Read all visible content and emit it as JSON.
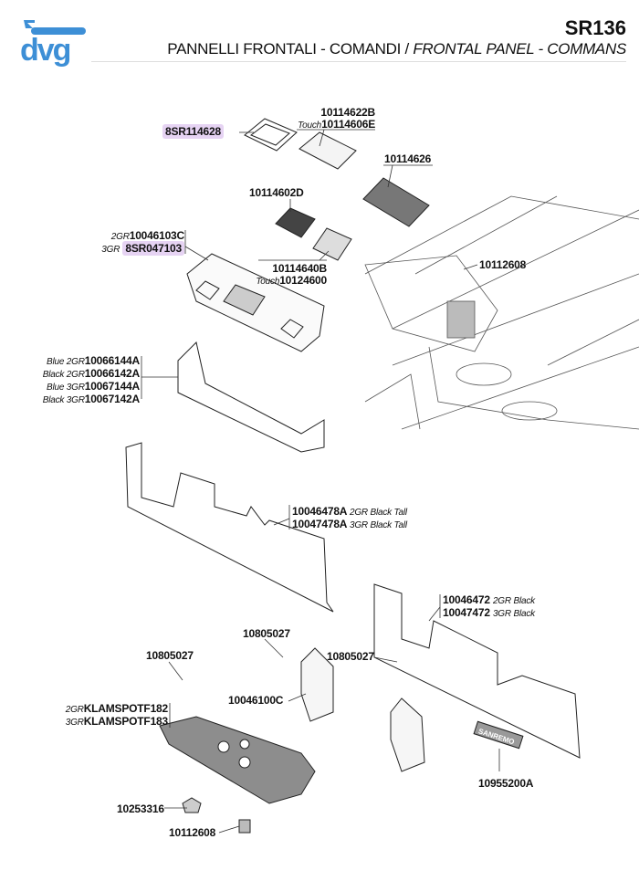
{
  "header": {
    "brand": "dvg",
    "code": "SR136",
    "title_it": "PANNELLI FRONTALI - COMANDI",
    "separator": " / ",
    "title_en": "FRONTAL PANEL - COMMANS"
  },
  "colors": {
    "brand": "#3d8fd6",
    "highlight": "#e6d3f3"
  },
  "labels": {
    "p8SR114628": "8SR114628",
    "p10114622B": "10114622B",
    "touch": "Touch",
    "p10114606E": "10114606E",
    "p10114626": "10114626",
    "p10114602D": "10114602D",
    "gr2": "2GR",
    "gr3": "3GR",
    "p10046103C": "10046103C",
    "p8SR047103": "8SR047103",
    "p10114640B": "10114640B",
    "p10124600": "10124600",
    "p10112608a": "10112608",
    "blue2": "Blue 2GR",
    "black2": "Black 2GR",
    "blue3": "Blue 3GR",
    "black3": "Black 3GR",
    "p10066144A": "10066144A",
    "p10066142A": "10066142A",
    "p10067144A": "10067144A",
    "p10067142A": "10067142A",
    "p10046478A": "10046478A",
    "s2gr_black_tall": "2GR Black Tall",
    "p10047478A": "10047478A",
    "s3gr_black_tall": "3GR Black Tall",
    "p10046472": "10046472",
    "s2gr_black": "2GR Black",
    "p10047472": "10047472",
    "s3gr_black": "3GR Black",
    "p10805027a": "10805027",
    "p10805027b": "10805027",
    "p10805027c": "10805027",
    "p10046100C": "10046100C",
    "pKLAMSPOTF182": "KLAMSPOTF182",
    "pKLAMSPOTF183": "KLAMSPOTF183",
    "p10955200A": "10955200A",
    "p10253316": "10253316",
    "p10112608b": "10112608",
    "badge": "SANREMO"
  }
}
